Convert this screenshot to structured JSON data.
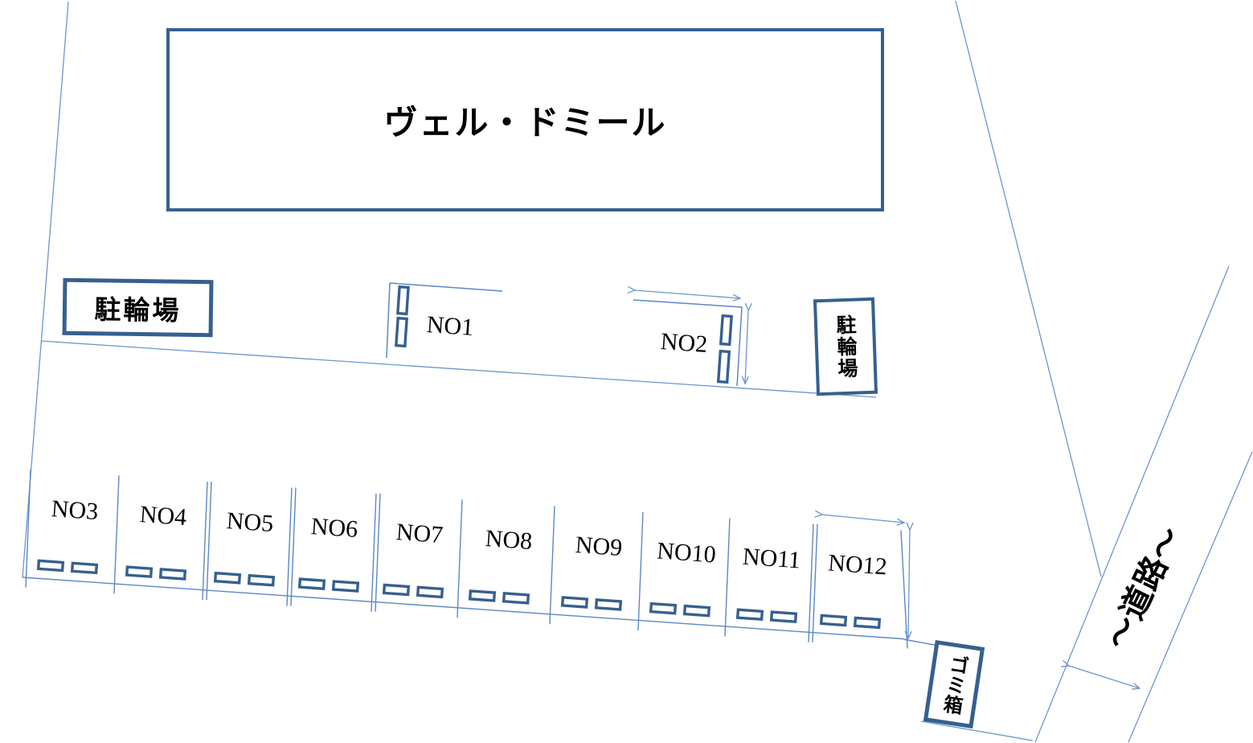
{
  "building": {
    "label": "ヴェル・ドミール"
  },
  "bicycle_parking_left": {
    "label": "駐輪場"
  },
  "bicycle_parking_right": {
    "label": "駐輪場"
  },
  "trash_box": {
    "label": "ゴミ箱"
  },
  "road": {
    "label": "～道路～"
  },
  "upper_spots": [
    {
      "label": "NO1"
    },
    {
      "label": "NO2"
    }
  ],
  "lower_spots": [
    {
      "label": "NO3"
    },
    {
      "label": "NO4"
    },
    {
      "label": "NO5"
    },
    {
      "label": "NO6"
    },
    {
      "label": "NO7"
    },
    {
      "label": "NO8"
    },
    {
      "label": "NO9"
    },
    {
      "label": "NO10"
    },
    {
      "label": "NO11"
    },
    {
      "label": "NO12"
    }
  ],
  "colors": {
    "border_dark": "#36608f",
    "line_light": "#6b96cf",
    "line_mid": "#5d88c4",
    "text": "#000000",
    "background": "#ffffff"
  }
}
